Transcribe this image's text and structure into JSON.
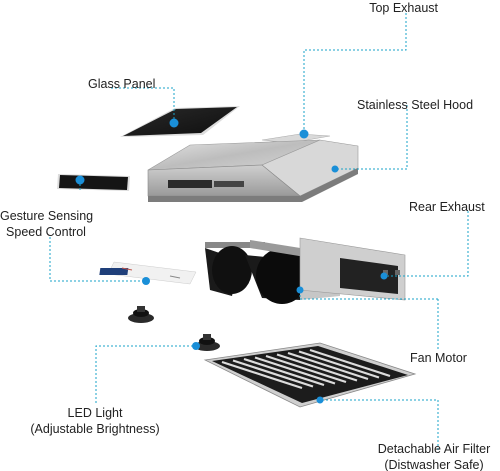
{
  "labels": {
    "top_exhaust": "Top Exhaust",
    "glass_panel": "Glass Panel",
    "stainless_steel_hood": "Stainless Steel Hood",
    "gesture_sensing_line1": "Gesture Sensing",
    "gesture_sensing_line2": "Speed Control",
    "rear_exhaust": "Rear Exhaust",
    "fan_motor": "Fan Motor",
    "led_light_line1": "LED Light",
    "led_light_line2": "(Adjustable Brightness)",
    "air_filter_line1": "Detachable Air Filter",
    "air_filter_line2": "(Distwasher Safe)"
  },
  "colors": {
    "leader_line": "#1aa3c8",
    "marker_dot": "#1a8fd8",
    "glass": "#1c1c1c",
    "steel": "#c9c9c9",
    "steel_dark": "#8e8e8e",
    "label_text": "#222222"
  }
}
